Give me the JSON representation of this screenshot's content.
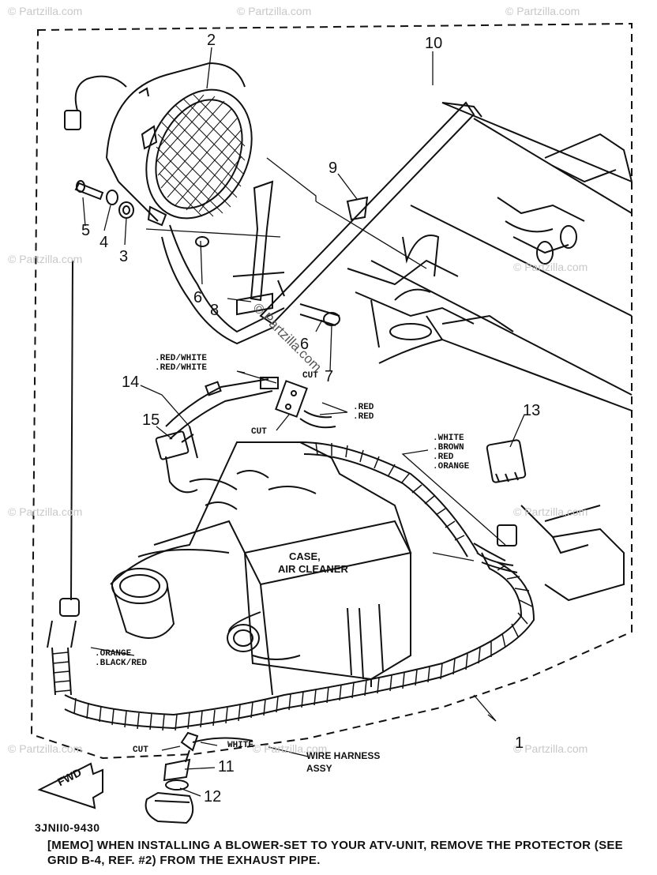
{
  "watermark": "© Partzilla.com",
  "watermark_center": "© Partzilla.com",
  "part_numbers": {
    "p1": "1",
    "p2": "2",
    "p3": "3",
    "p4": "4",
    "p5": "5",
    "p6a": "6",
    "p6b": "6",
    "p7": "7",
    "p8": "8",
    "p9": "9",
    "p10": "10",
    "p11": "11",
    "p12": "12",
    "p13": "13",
    "p14": "14",
    "p15": "15"
  },
  "wire_colors": {
    "red_white_1": ".RED/WHITE",
    "red_white_2": ".RED/WHITE",
    "red_1": ".RED",
    "red_2": ".RED",
    "white": ".WHITE",
    "brown": ".BROWN",
    "red": ".RED",
    "orange": ".ORANGE",
    "orange_2": ".ORANGE",
    "black_red": ".BLACK/RED",
    "white_lower": "WHITE"
  },
  "cut_labels": {
    "cut_top": "CUT",
    "cut_mid": "CUT",
    "cut_bottom": "CUT"
  },
  "captions": {
    "case_line1": "CASE,",
    "case_line2": "AIR CLEANER",
    "harness_line1": "WIRE HARNESS",
    "harness_line2": "ASSY",
    "fwd": "FWD"
  },
  "diagram_code": "3JNII0-9430",
  "memo": "[MEMO]  WHEN INSTALLING A BLOWER-SET TO YOUR ATV-UNIT, REMOVE THE PROTECTOR (SEE GRID B-4, REF. #2) FROM THE EXHAUST PIPE."
}
